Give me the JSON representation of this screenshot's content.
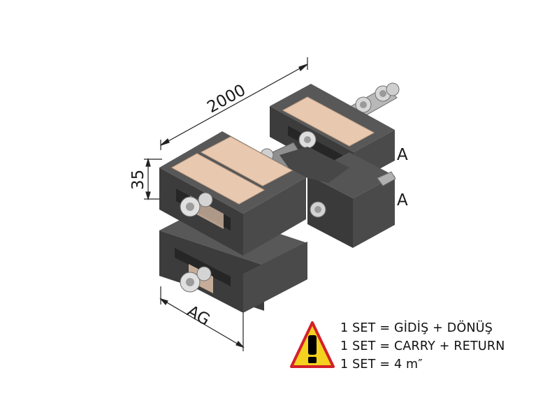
{
  "diagram": {
    "dimensions": {
      "length": "2000",
      "height": "35",
      "width": "AG"
    },
    "section_labels": [
      "A",
      "A"
    ],
    "notes": [
      "1 SET = GİDİŞ + DÖNÜŞ",
      "1 SET = CARRY + RETURN",
      "1 SET = 4 m″"
    ],
    "warning_icon": "exclamation-warning-icon",
    "colors": {
      "block_dark": "#3c3c3c",
      "block_mid": "#4a4a4a",
      "block_light": "#585858",
      "wear_strip": "#e8c9b0",
      "warning_yellow": "#f4d21f",
      "warning_border": "#d4202a"
    }
  }
}
